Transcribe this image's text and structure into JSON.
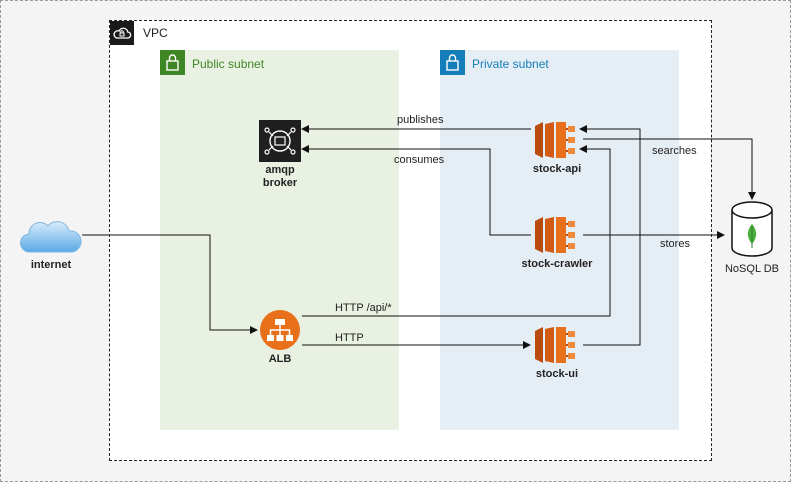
{
  "vpc": {
    "label": "VPC",
    "icon": "cloud-lock-icon"
  },
  "subnets": {
    "public": {
      "label": "Public subnet",
      "icon": "lock-icon",
      "color": "#3f8624"
    },
    "private": {
      "label": "Private subnet",
      "icon": "lock-icon",
      "color": "#147eba"
    }
  },
  "nodes": {
    "internet": {
      "label": "internet",
      "icon": "cloud-icon"
    },
    "amqp": {
      "label_line1": "amqp",
      "label_line2": "broker",
      "icon": "message-broker-icon"
    },
    "alb": {
      "label": "ALB",
      "icon": "load-balancer-icon"
    },
    "stock_api": {
      "label": "stock-api",
      "icon": "ecs-service-icon"
    },
    "stock_crawler": {
      "label": "stock-crawler",
      "icon": "ecs-service-icon"
    },
    "stock_ui": {
      "label": "stock-ui",
      "icon": "ecs-service-icon"
    },
    "nosql": {
      "label": "NoSQL DB",
      "icon": "mongodb-database-icon"
    }
  },
  "edges": {
    "publishes": "publishes",
    "consumes": "consumes",
    "searches": "searches",
    "stores": "stores",
    "http_api": "HTTP /api/*",
    "http": "HTTP"
  },
  "colors": {
    "compute_orange": "#e8701a",
    "public_green": "#3f8624",
    "private_blue": "#147eba",
    "mongodb_green": "#4caf3c"
  }
}
